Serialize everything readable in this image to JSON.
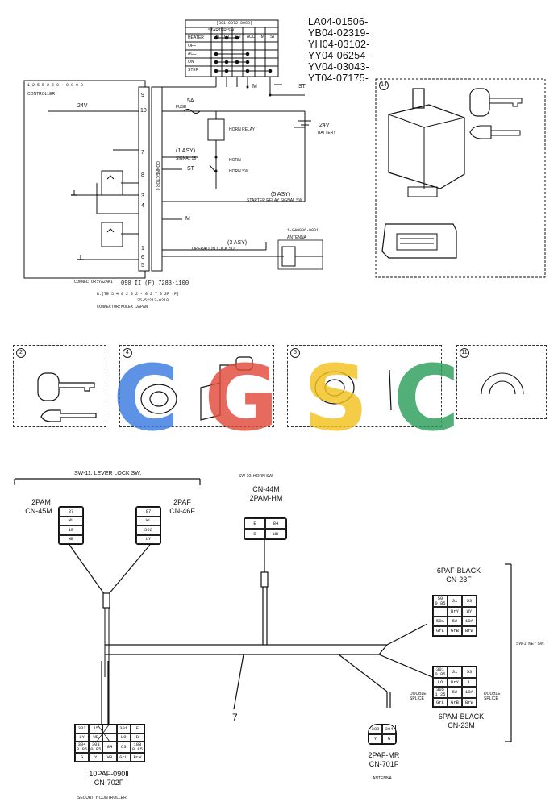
{
  "part_numbers": [
    "LA04-01506-",
    "YB04-02319-",
    "YH04-03102-",
    "YY04-06254-",
    "YV04-03043-",
    "YT04-07175-"
  ],
  "starter_sw": {
    "part": "(301-0072-0008)",
    "title": "STARTER SW.",
    "columns": [
      "B",
      "G1",
      "G2",
      "ACC",
      "M",
      "ST"
    ],
    "rows": [
      "HEATER",
      "OFF",
      "ACC",
      "ON",
      "STEP"
    ]
  },
  "controller": {
    "part": "1-2 5 5 2 6 0 - 0 0 0 0",
    "name": "CONTROLLER",
    "side_label": "CONNECTOR 0",
    "pins": [
      "9",
      "10",
      "7",
      "8",
      "3",
      "4",
      "1",
      "6",
      "5"
    ],
    "connector_lines": [
      "CONNECTOR:YAZAKI",
      "090 II (F) 7283-1100",
      "B:(TE 5 4 0 2 0 2 - 0 2 7 0 2P (F)",
      "35-52213-0210",
      "CONNECTOR:MOLEX JAPAN"
    ]
  },
  "circuit_labels": {
    "v24": "24V",
    "fuse": "FUSE",
    "fuse_amp": "5A",
    "horn_relay": "HORN RELAY",
    "horn": "HORN",
    "horn_sw": "HORN SW",
    "battery_v": "24V",
    "battery": "BATTERY",
    "asy1": "(1 ASY)",
    "signal": "SIGNAL 18",
    "st": "ST",
    "m": "M",
    "starter_relay": "(5 ASY)",
    "starter_relay_sub": "STARTER RELAY SIGNAL SW.",
    "asy3": "(3 ASY)",
    "op_lock": "OPERATION LOCK SOL.",
    "antenna_part": "1-849006-0001",
    "antenna_label": "ANTENNA"
  },
  "panels": {
    "p14": "14",
    "p2": "2",
    "p4": "4",
    "p5": "5",
    "p11": "11"
  },
  "watermark": [
    "C",
    "G",
    "S",
    "C"
  ],
  "watermark_colors": [
    "#3a7be0",
    "#e24a3c",
    "#f2c21e",
    "#2e9e5b"
  ],
  "harness": {
    "sw11_title": "SW-11: LEVER LOCK SW.",
    "cn45": {
      "type": "2PAM",
      "name": "CN-45M",
      "cells": [
        "87",
        "WL",
        "15",
        "WB"
      ]
    },
    "cn46": {
      "type": "2PAF",
      "name": "CN-46F",
      "cells": [
        "87",
        "WL",
        "302",
        "LY"
      ]
    },
    "sw10_title": "SW-10: HORN SW.",
    "cn44": {
      "name": "CN-44M",
      "type": "2PAM-HM",
      "cells": [
        "E",
        "84",
        "B",
        "WB"
      ]
    },
    "cn23f": {
      "type": "6PAF-BLACK",
      "name": "CN-23F",
      "cells": [
        "50\n0.85",
        "S1",
        "53",
        "",
        "BrY",
        "WY",
        "50A",
        "52",
        "10A",
        "GrL",
        "GrB",
        "BrW"
      ]
    },
    "cn23m": {
      "type": "6PAM-BLACK",
      "name": "CN-23M",
      "cells": [
        "301\n0.85",
        "S1",
        "53",
        "LO",
        "BrY",
        "L",
        "305\n1.25",
        "52",
        "10A",
        "GrL",
        "GrB",
        "BrW"
      ]
    },
    "double_splice_left": "DOUBLE SPLICE",
    "double_splice_right": "DOUBLE SPLICE",
    "sw1_title": "SW-1: KEY SW.",
    "harness_number": "7",
    "cn701": {
      "type": "2PAF-MR",
      "name": "CN-701F",
      "cells": [
        "303",
        "304",
        "Y",
        "G"
      ],
      "label": "ANTENNA"
    },
    "cn702": {
      "type": "10PAF-090Ⅱ",
      "name": "CN-702F",
      "label": "SECURITY CONTROLLER",
      "cells": [
        "302",
        "15",
        "",
        "301",
        "E",
        "LY",
        "WB",
        "",
        "LO",
        "B",
        "304\n0.85",
        "303\n0.85",
        "84",
        "63",
        "10B\n0.85",
        "G",
        "Y",
        "WB",
        "GrL",
        "BrW"
      ]
    }
  }
}
